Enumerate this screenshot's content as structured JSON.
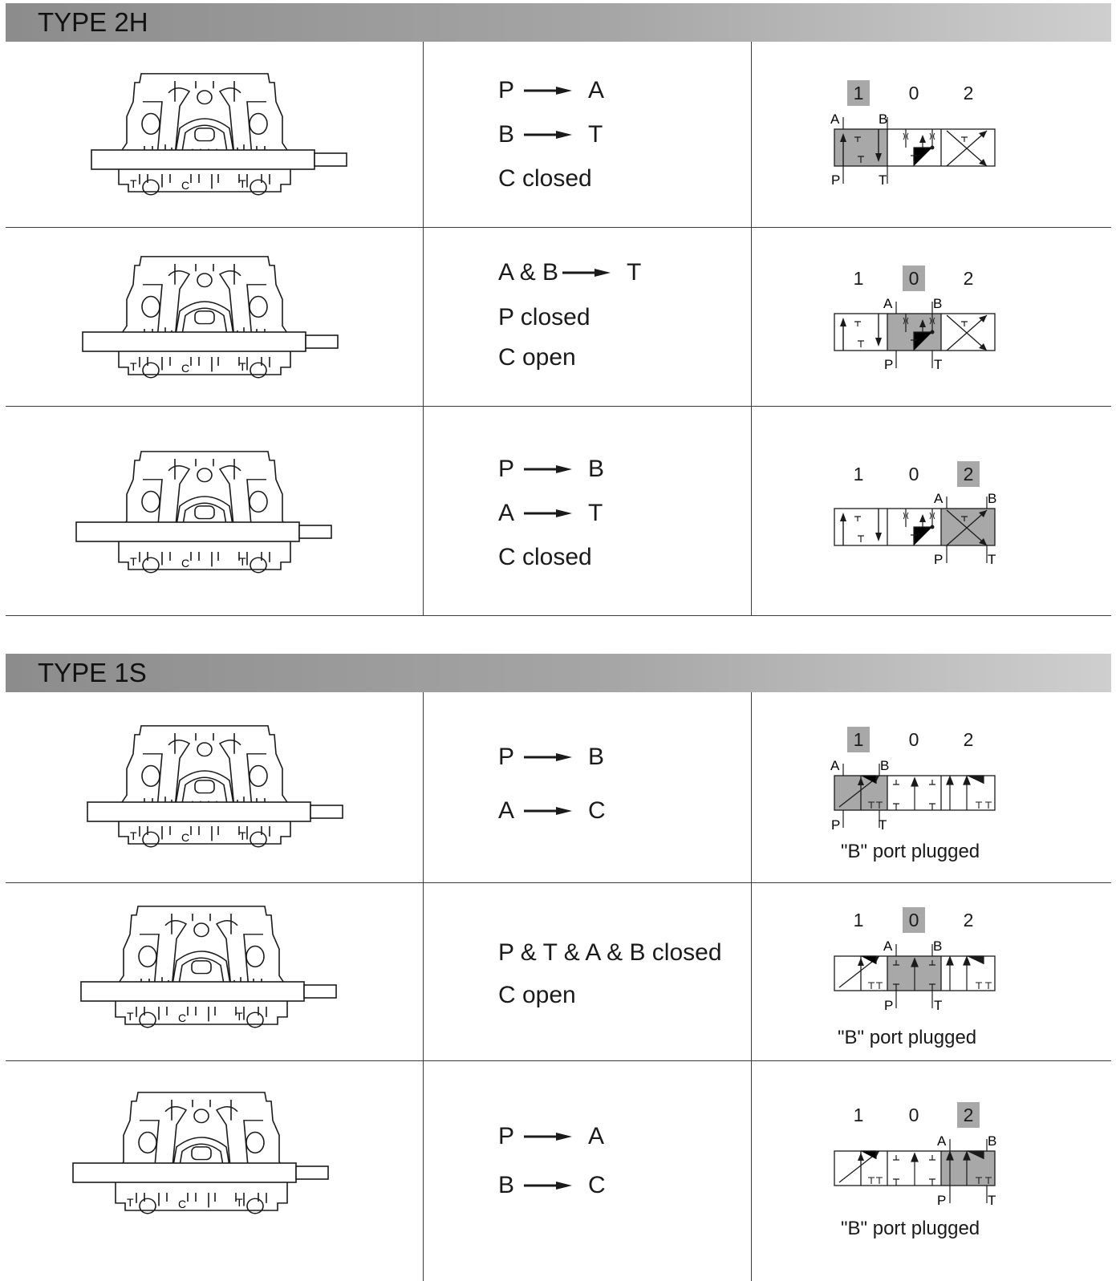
{
  "sections": [
    {
      "title": "TYPE 2H",
      "rows": [
        {
          "flows": [
            {
              "from": "P",
              "to": "A"
            },
            {
              "from": "B",
              "to": "T"
            }
          ],
          "note": "C closed",
          "active": "1"
        },
        {
          "flows": [
            {
              "from": "A & B",
              "to": "T"
            }
          ],
          "notes": [
            "P closed",
            "C open"
          ],
          "active": "0"
        },
        {
          "flows": [
            {
              "from": "P",
              "to": "B"
            },
            {
              "from": "A",
              "to": "T"
            }
          ],
          "note": "C closed",
          "active": "2"
        }
      ]
    },
    {
      "title": "TYPE 1S",
      "rows": [
        {
          "flows": [
            {
              "from": "P",
              "to": "B"
            },
            {
              "from": "A",
              "to": "C"
            }
          ],
          "active": "1",
          "remark": "\"B\" port plugged"
        },
        {
          "notes": [
            "P & T & A & B closed",
            "C open"
          ],
          "active": "0",
          "remark": "\"B\" port plugged"
        },
        {
          "flows": [
            {
              "from": "P",
              "to": "A"
            },
            {
              "from": "B",
              "to": "C"
            }
          ],
          "active": "2",
          "remark": "\"B\" port plugged"
        }
      ]
    }
  ],
  "positions": [
    "1",
    "0",
    "2"
  ],
  "ports": {
    "a": "A",
    "b": "B",
    "p": "P",
    "t": "T",
    "c": "C"
  },
  "colors": {
    "band": "#a6a6a6",
    "highlight": "#a8a8a8"
  }
}
